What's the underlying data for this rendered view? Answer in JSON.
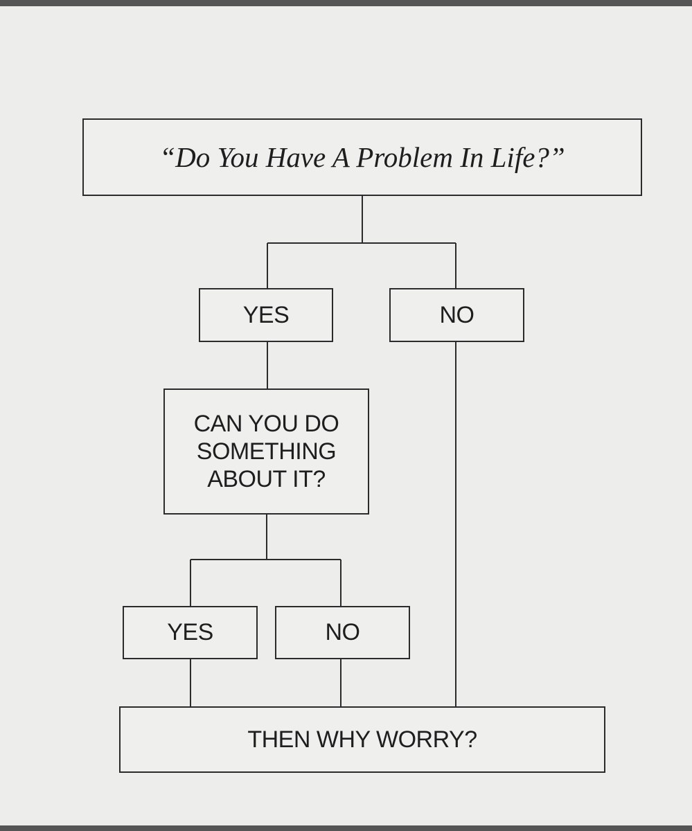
{
  "flowchart": {
    "question": "“Do You Have A Problem In Life?”",
    "first_yes": "YES",
    "first_no": "NO",
    "second_question": "CAN YOU DO\nSOMETHING\nABOUT IT?",
    "second_yes": "YES",
    "second_no": "NO",
    "conclusion": "THEN WHY WORRY?"
  },
  "colors": {
    "paper": "#ededeb",
    "ink": "#2b2b2b",
    "frame": "#555555"
  }
}
